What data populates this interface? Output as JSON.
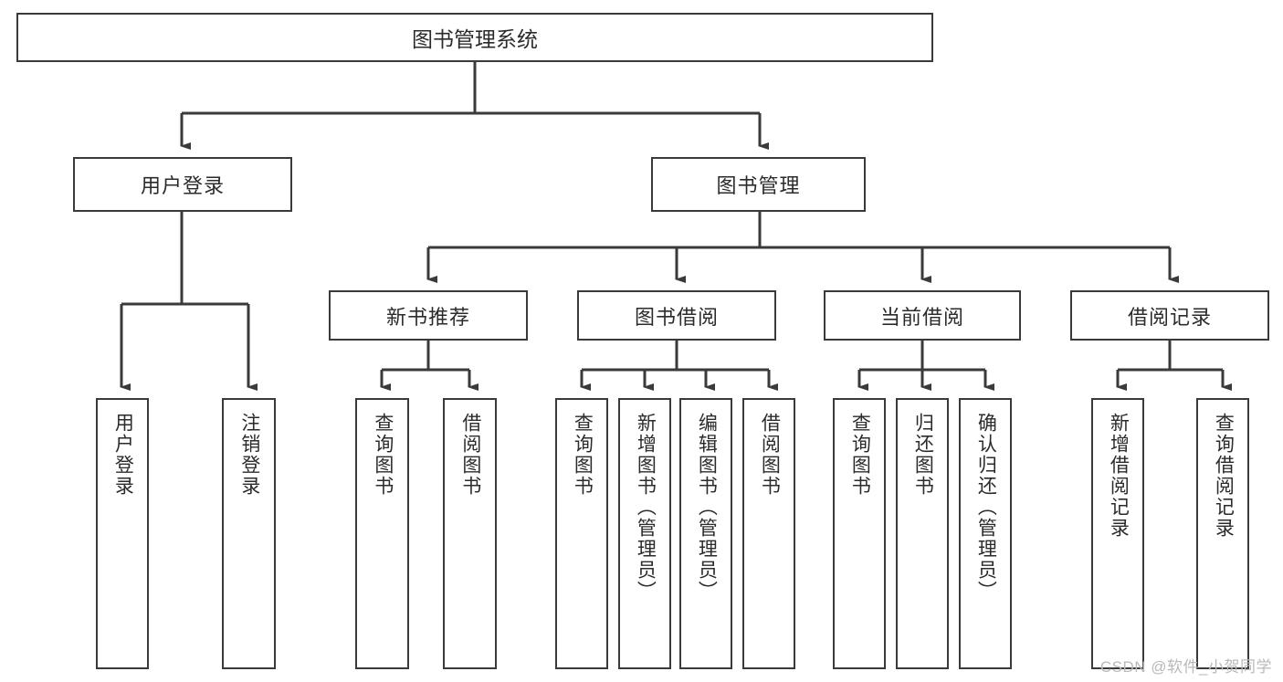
{
  "diagram": {
    "type": "tree-hierarchy-chart",
    "title": "图书管理系统",
    "stroke_color": "#3a3a3a",
    "fill_color": "#ffffff",
    "text_color": "#2b2b2b"
  },
  "root": {
    "label": "图书管理系统"
  },
  "level2": [
    {
      "label": "用户登录"
    },
    {
      "label": "图书管理"
    }
  ],
  "level3": [
    {
      "label": "新书推荐"
    },
    {
      "label": "图书借阅"
    },
    {
      "label": "当前借阅"
    },
    {
      "label": "借阅记录"
    }
  ],
  "leaves": {
    "user_login": [
      {
        "label": "用户登录"
      },
      {
        "label": "注销登录"
      }
    ],
    "new_book_recommend": [
      {
        "label": "查询图书"
      },
      {
        "label": "借阅图书"
      }
    ],
    "book_borrow": [
      {
        "label": "查询图书"
      },
      {
        "label": "新增图书（管理员）"
      },
      {
        "label": "编辑图书（管理员）"
      },
      {
        "label": "借阅图书"
      }
    ],
    "current_borrow": [
      {
        "label": "查询图书"
      },
      {
        "label": "归还图书"
      },
      {
        "label": "确认归还（管理员）"
      }
    ],
    "borrow_record": [
      {
        "label": "新增借阅记录"
      },
      {
        "label": "查询借阅记录"
      }
    ]
  },
  "watermark": {
    "text": "CSDN @软件_小贺同学",
    "color": "#b9b9b9"
  }
}
